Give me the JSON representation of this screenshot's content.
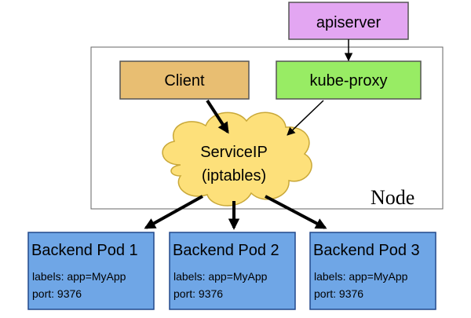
{
  "colors": {
    "apiserver": "#e3a6f2",
    "client": "#e8be72",
    "kube_proxy": "#98ec64",
    "cloud": "#fde07a",
    "cloud_stroke": "#c9a838",
    "pod": "#6fa6e6",
    "pod_stroke": "#22488c",
    "box_stroke": "#555555",
    "arrow": "#000000"
  },
  "apiserver": {
    "label": "apiserver"
  },
  "client": {
    "label": "Client"
  },
  "kube_proxy": {
    "label": "kube-proxy"
  },
  "service": {
    "line1": "ServiceIP",
    "line2": "(iptables)"
  },
  "node": {
    "label": "Node"
  },
  "pods": [
    {
      "title": "Backend Pod 1",
      "labels": "labels: app=MyApp",
      "port": "port: 9376"
    },
    {
      "title": "Backend Pod 2",
      "labels": "labels: app=MyApp",
      "port": "port: 9376"
    },
    {
      "title": "Backend Pod 3",
      "labels": "labels: app=MyApp",
      "port": "port: 9376"
    }
  ]
}
